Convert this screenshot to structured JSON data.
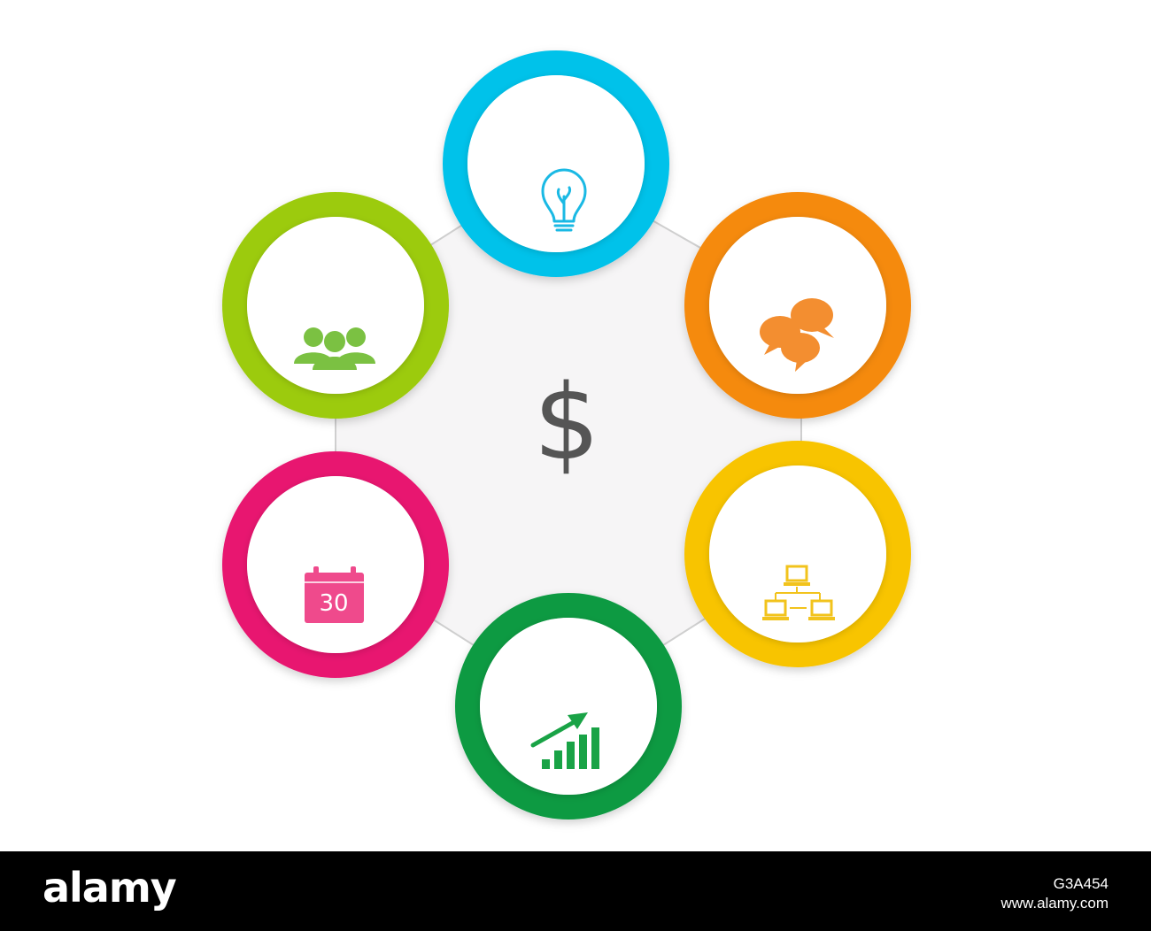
{
  "center": {
    "symbol": "$",
    "symbol_color": "#555555",
    "fill": "#f6f5f6",
    "line_color": "#cfcfcf"
  },
  "nodes": [
    {
      "id": "idea",
      "icon": "lightbulb-icon",
      "ring_color": "#06c2ea"
    },
    {
      "id": "discussion",
      "icon": "speech-bubbles-icon",
      "ring_color": "#f58a10"
    },
    {
      "id": "network",
      "icon": "computer-network-icon",
      "ring_color": "#f8c400"
    },
    {
      "id": "growth",
      "icon": "growth-chart-icon",
      "ring_color": "#0a9a43"
    },
    {
      "id": "schedule",
      "icon": "calendar-icon",
      "ring_color": "#e8136f",
      "calendar_day": "30"
    },
    {
      "id": "team",
      "icon": "people-group-icon",
      "ring_color": "#9ccb08"
    }
  ],
  "footer": {
    "brand": "alamy",
    "image_id": "G3A454",
    "site": "www.alamy.com"
  }
}
